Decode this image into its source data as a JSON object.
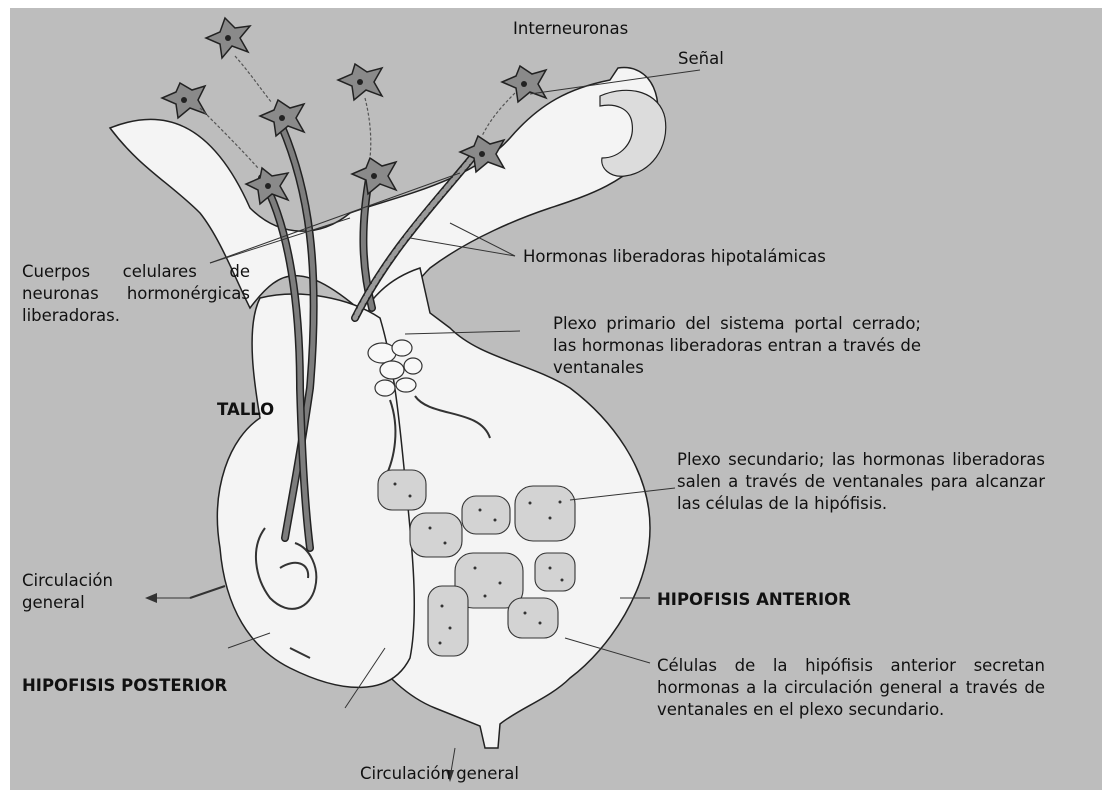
{
  "labels": {
    "interneuronas": "Interneuronas",
    "senal": "Señal",
    "hormonas_hipotalamicas": "Hormonas liberadoras hipotalámicas",
    "cuerpos_celulares": "Cuerpos celulares de neuronas hormonérgicas liberadoras.",
    "plexo_primario": "Plexo primario del sistema portal cerrado; las hormonas liberadoras entran a través de ventanales",
    "tallo": "TALLO",
    "plexo_secundario": "Plexo secundario; las hormonas liberadoras salen a través de ventanales para alcanzar las células de la hipófisis.",
    "circulacion_general_left": "Circulación general",
    "hipofisis_anterior": "HIPOFISIS ANTERIOR",
    "celulas_hipofisis": "Células de la hipófisis anterior secretan hormonas a la circulación general a través de ventanales en el plexo secundario.",
    "hipofisis_posterior": "HIPOFISIS POSTERIOR",
    "circulacion_general_bottom": "Circulación general"
  },
  "colors": {
    "panel_background": "#bdbdbd",
    "tissue_fill": "#f4f4f4",
    "neuron_fill": "#7d7d7d",
    "cell_fill": "#d3d3d3",
    "outline": "#222222"
  }
}
